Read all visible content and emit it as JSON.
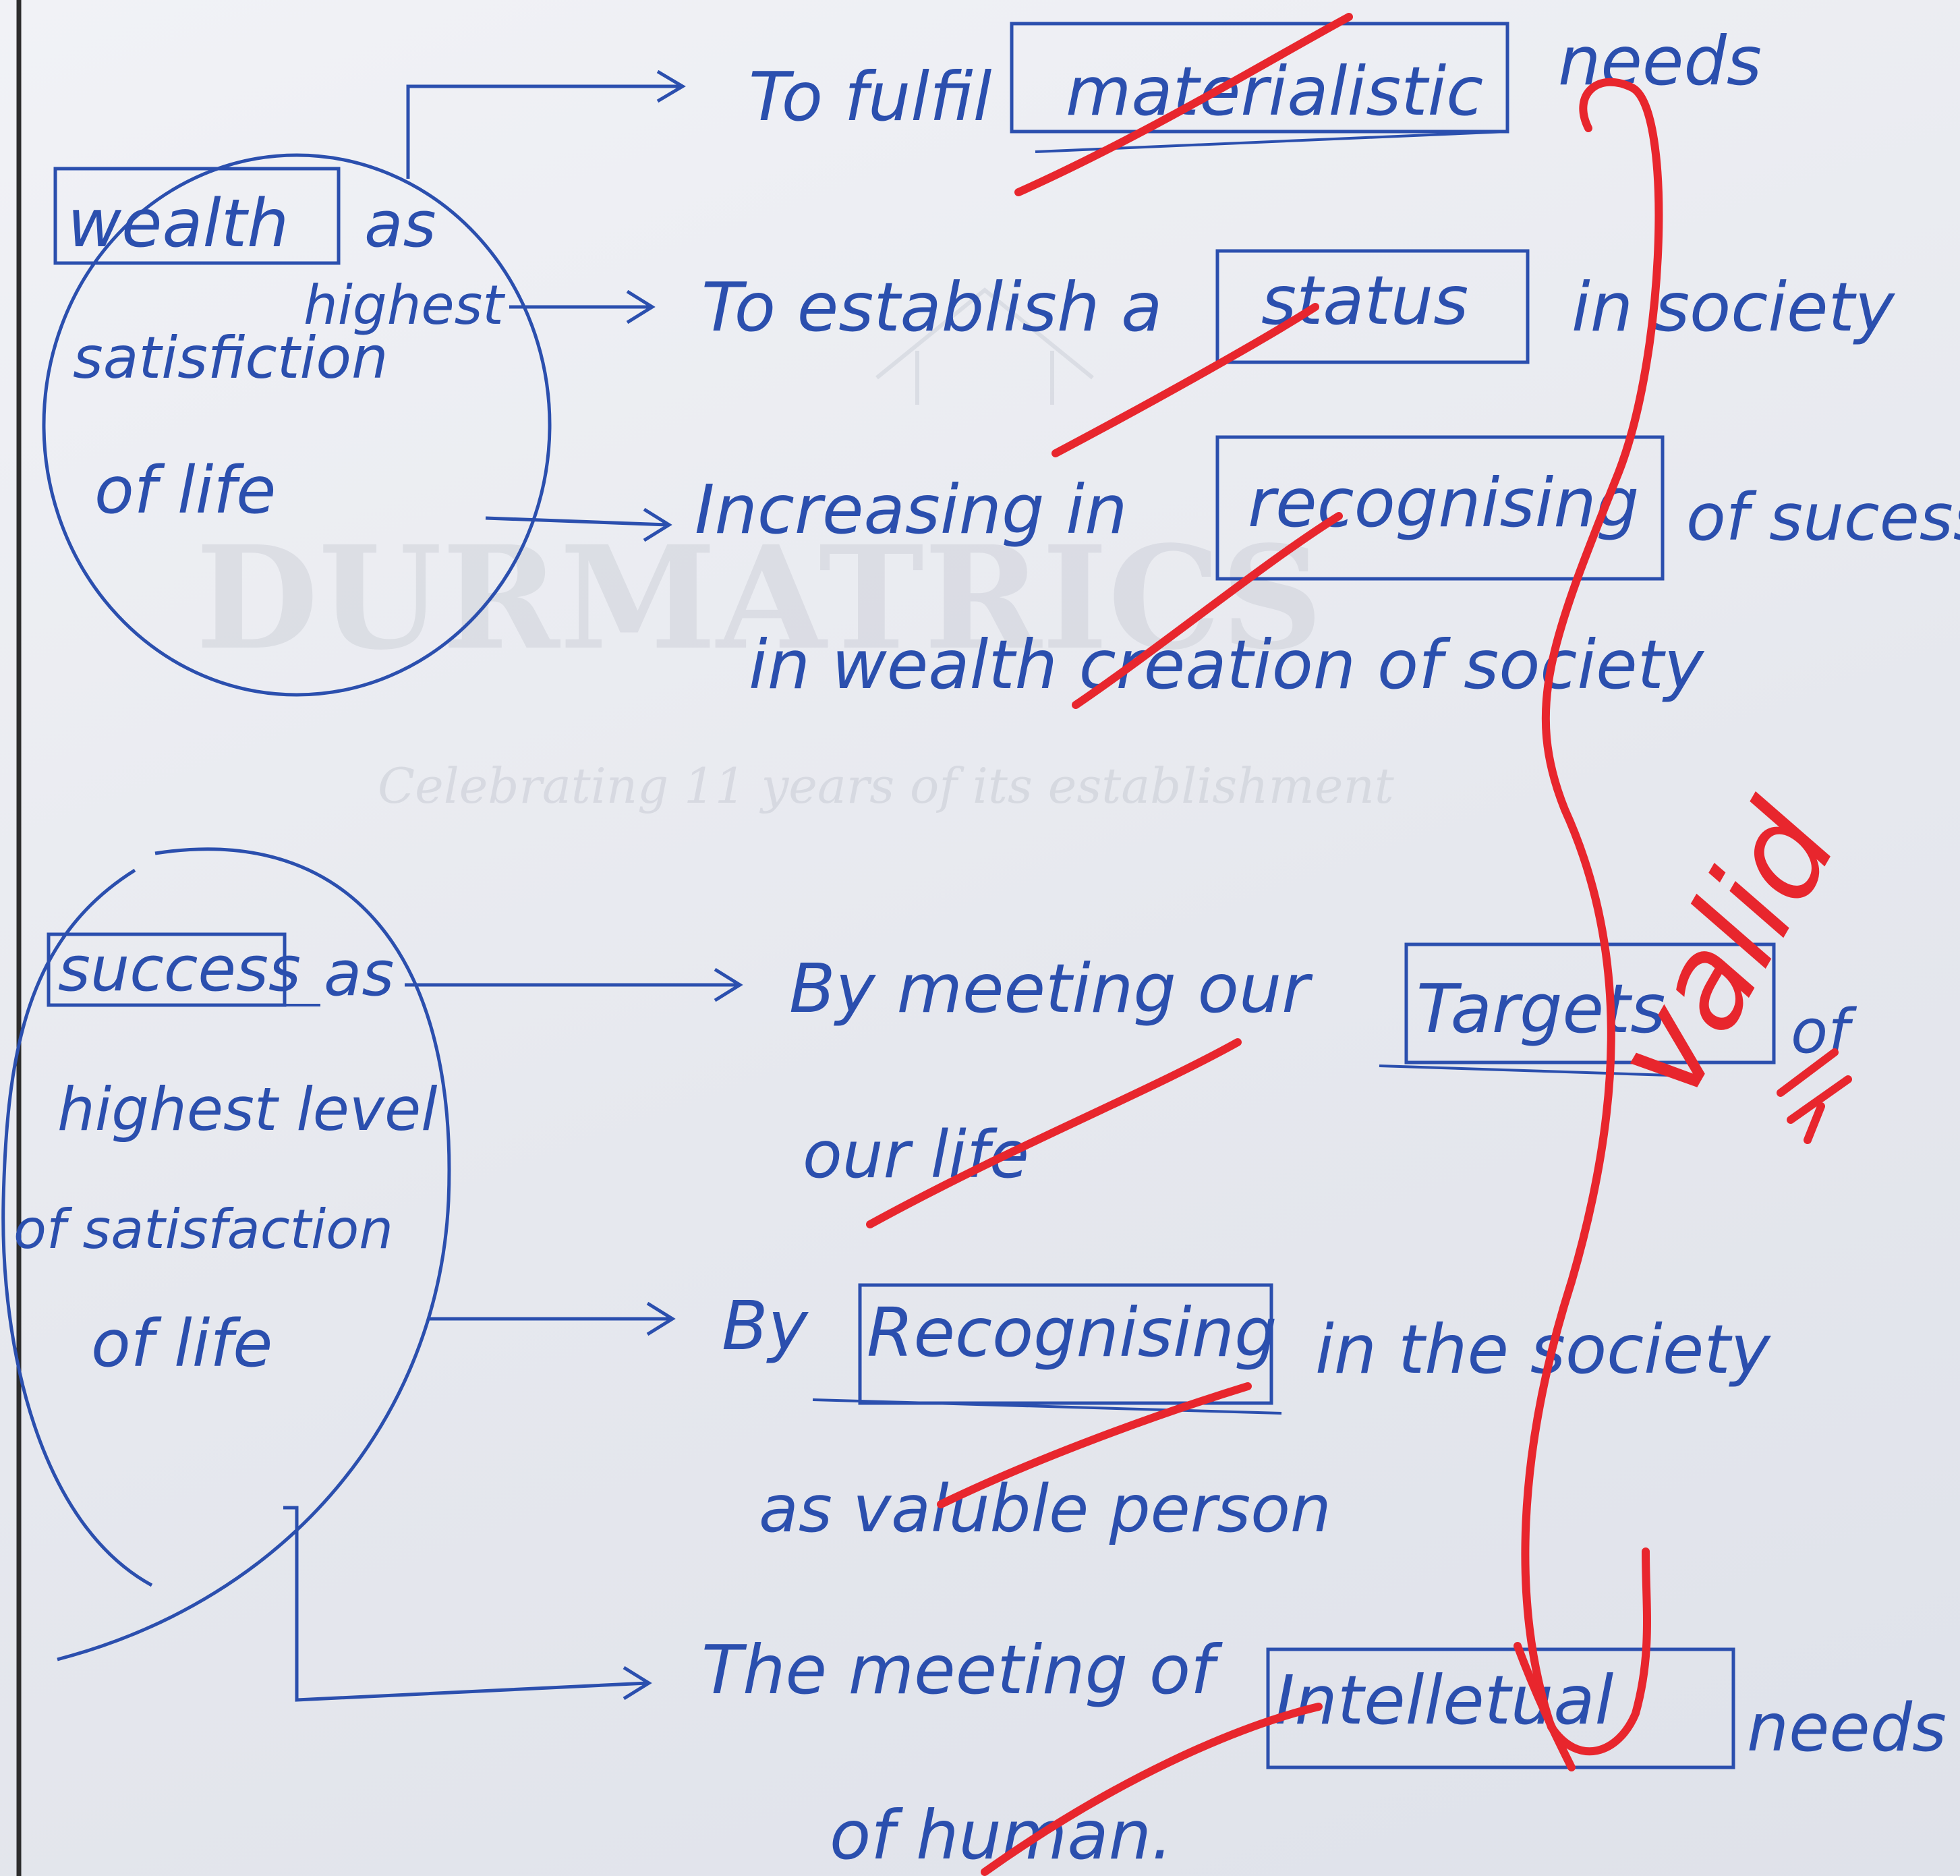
{
  "page": {
    "watermark": {
      "banner": "DURMATRICS",
      "tagline": "Celebrating 11 years of its establishment"
    }
  },
  "section_wealth": {
    "heading_boxed": "wealth",
    "heading_lines": [
      "as",
      "highest",
      "satisfiction",
      "of life"
    ],
    "branches": [
      {
        "pre": "To fulfil",
        "boxed": "materialistic",
        "post": "needs",
        "line2": ""
      },
      {
        "pre": "To establish a",
        "boxed": "status",
        "post": "in society",
        "line2": ""
      },
      {
        "pre": "Increasing in",
        "boxed": "recognising",
        "post": "of sucesss",
        "line2": "in wealth creation of society"
      }
    ]
  },
  "section_success": {
    "heading_boxed": "success",
    "heading_lines": [
      "as",
      "highest level",
      "of satisfaction",
      "of life"
    ],
    "branches": [
      {
        "pre": "By meeting our",
        "boxed": "Targets",
        "post": "of",
        "line2": "our life"
      },
      {
        "pre": "By",
        "boxed": "Recognising",
        "post": "in the society",
        "line2": "as valuble person"
      },
      {
        "pre": "The meeting of",
        "boxed": "Intelletual",
        "post": "needs",
        "line2": "of human."
      }
    ]
  },
  "evaluator_mark": {
    "text": "valid",
    "color": "#e8262d"
  },
  "colors": {
    "ink_blue": "#2b4fae",
    "pen_red": "#e8262d",
    "paper": "#eceef3"
  }
}
